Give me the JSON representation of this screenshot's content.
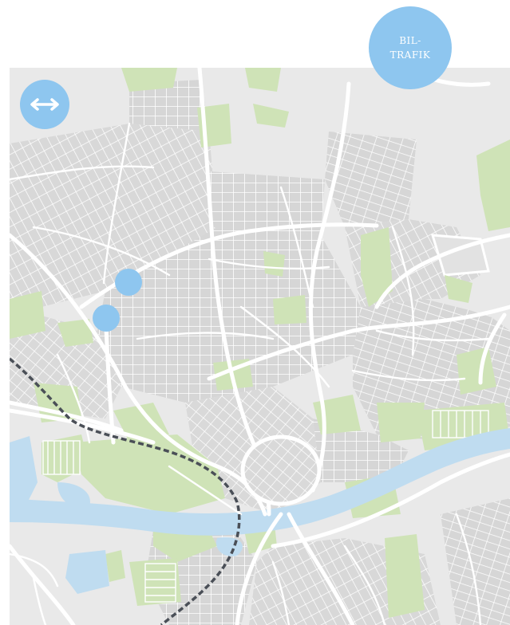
{
  "traffic_button": {
    "line1": "BIL-",
    "line2": "TRAFIK"
  },
  "pan_control": {
    "icon": "double-arrow-horizontal-icon"
  },
  "markers": [
    {
      "id": "marker-1",
      "icon": "map-pin"
    },
    {
      "id": "marker-2",
      "icon": "map-pin"
    }
  ],
  "colors": {
    "accent": "#8ec6ef",
    "map_background": "#e9e9e9",
    "block": "#d7d7d7",
    "road": "#ffffff",
    "park": "#cfe3b7",
    "water": "#bfdcf0",
    "railway": "#4a4f57"
  }
}
